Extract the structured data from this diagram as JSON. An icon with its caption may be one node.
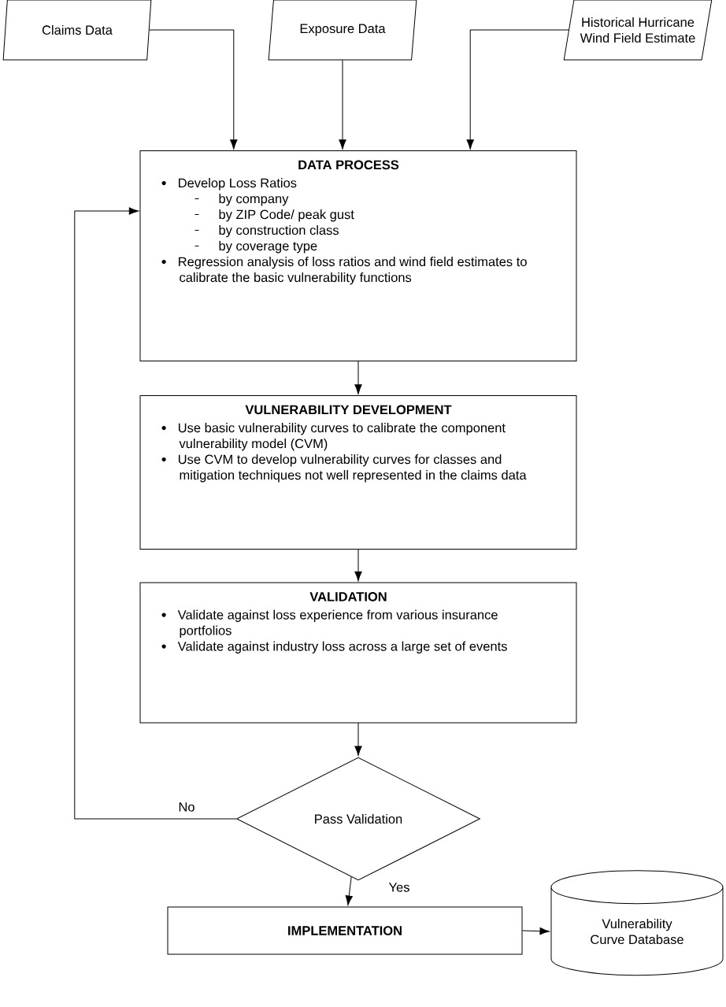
{
  "diagram": {
    "nodes": [
      {
        "text": [
          "Claims Data"
        ]
      },
      {
        "text": [
          "Exposure Data"
        ]
      },
      {
        "text": [
          "Historical Hurricane Wind Field Estimate"
        ]
      },
      {
        "text": [
          "DATA PROCESS",
          "Develop Loss Ratios",
          "by company",
          "by ZIP Code/ peak gust",
          "by construction class",
          "by coverage type",
          "Regression analysis of loss ratios and wind field estimates to calibrate the basic vulnerability functions"
        ]
      },
      {
        "text": [
          "VULNERABILITY DEVELOPMENT",
          "Use basic vulnerability curves to calibrate the component vulnerability model (CVM)",
          "Use CVM to develop vulnerability curves for classes and mitigation techniques not well represented in the claims data"
        ]
      },
      {
        "text": [
          "VALIDATION",
          "Validate against loss experience from various insurance portfolios",
          "Validate against industry loss across a large set of events"
        ]
      },
      {
        "text": [
          "Pass Validation"
        ]
      },
      {
        "text": [
          "IMPLEMENTATION"
        ]
      },
      {
        "text": [
          "Vulnerability Curve Database"
        ]
      }
    ],
    "edges": [
      {
        "from": 0,
        "to": 3,
        "arrow": "to"
      },
      {
        "from": 1,
        "to": 3,
        "arrow": "to"
      },
      {
        "from": 2,
        "to": 3,
        "arrow": "to"
      },
      {
        "from": 3,
        "to": 4,
        "arrow": "to"
      },
      {
        "from": 4,
        "to": 5,
        "arrow": "to"
      },
      {
        "from": 5,
        "to": 6,
        "arrow": "to"
      },
      {
        "from": 6,
        "to": 3,
        "arrow": "to",
        "label": "No"
      },
      {
        "from": 6,
        "to": 7,
        "arrow": "to",
        "label": "Yes"
      },
      {
        "from": 7,
        "to": 8,
        "arrow": "to"
      }
    ]
  }
}
